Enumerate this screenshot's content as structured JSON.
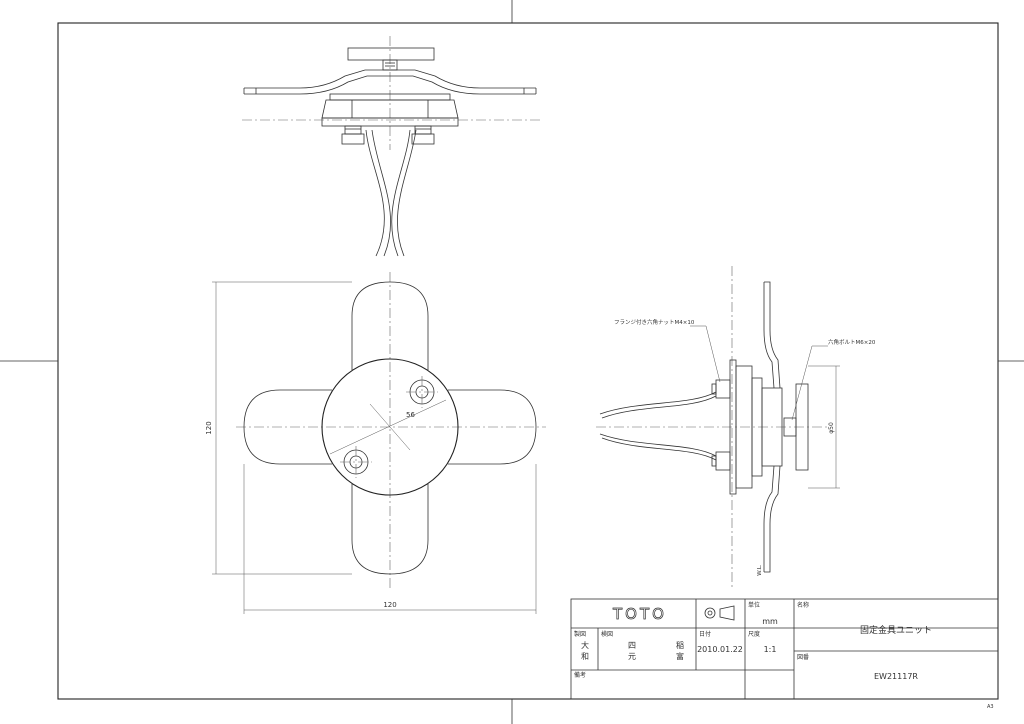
{
  "drawing": {
    "dimensions": {
      "height_120": "120",
      "width_120": "120",
      "radius_56": "56",
      "dia_50": "φ50",
      "wall_label": "W.L."
    },
    "callouts": {
      "flange_nut": "フランジ付き六角ナットM4×10",
      "hex_bolt": "六角ボルトM6×20"
    },
    "sheet_mark": "A3"
  },
  "title_block": {
    "company": "TOTO",
    "unit_label": "単位",
    "unit_value": "mm",
    "name_label": "名称",
    "name_value": "固定金具ユニット",
    "drawn_label": "製図",
    "drawn_value_1": "大",
    "drawn_value_2": "和",
    "checked_label": "検図",
    "checked_value_1a": "四",
    "checked_value_1b": "稲",
    "checked_value_2a": "元",
    "checked_value_2b": "富",
    "date_label": "日付",
    "date_value": "2010.01.22",
    "scale_label": "尺度",
    "scale_value": "1:1",
    "number_label": "図番",
    "number_value": "EW21117R",
    "remarks_label": "備考"
  }
}
